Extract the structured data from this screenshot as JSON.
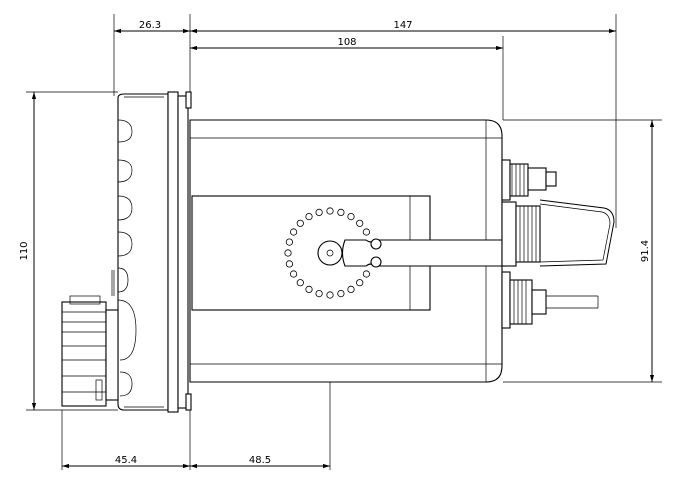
{
  "drawing": {
    "type": "technical-side-view",
    "line_color": "#000000",
    "background": "#ffffff"
  },
  "dimensions": {
    "front_depth": "26.3",
    "overall_length": "147",
    "body_length": "108",
    "height": "110",
    "rear_height": "91.4",
    "knob_offset": "45.4",
    "bracket_pivot": "48.5"
  }
}
